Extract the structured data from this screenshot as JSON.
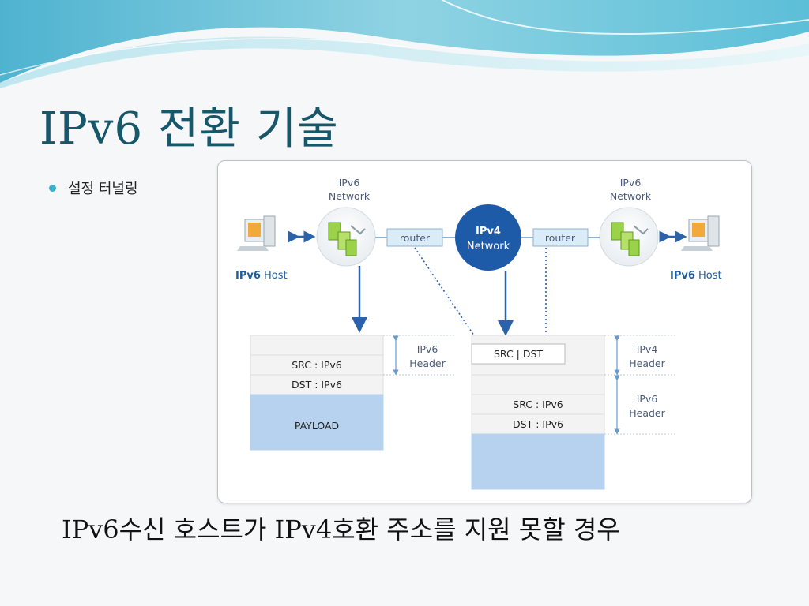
{
  "slide": {
    "title": "IPv6 전환 기술",
    "bullet": "설정 터널링",
    "caption": "IPv6수신 호스트가 IPv4호환 주소를 지원 못할 경우"
  },
  "diagram": {
    "left_network": {
      "line1": "IPv6",
      "line2": "Network"
    },
    "right_network": {
      "line1": "IPv6",
      "line2": "Network"
    },
    "left_host": {
      "bold": "IPv6",
      "rest": " Host"
    },
    "right_host": {
      "bold": "IPv6",
      "rest": " Host"
    },
    "left_router": "router",
    "right_router": "router",
    "ipv4_network": {
      "line1": "IPv4",
      "line2": "Network"
    },
    "left_packet": {
      "rows": [
        "",
        "SRC : IPv6",
        "DST : IPv6",
        "PAYLOAD"
      ],
      "header_label": {
        "line1": "IPv6",
        "line2": "Header"
      }
    },
    "right_packet": {
      "tunnel_field": "SRC | DST",
      "rows": [
        "",
        "SRC : IPv6",
        "DST : IPv6",
        ""
      ],
      "ipv4_label": {
        "line1": "IPv4",
        "line2": "Header"
      },
      "ipv6_label": {
        "line1": "IPv6",
        "line2": "Header"
      }
    },
    "colors": {
      "ipv4_circle": "#1d5aa8",
      "arrow": "#2a63aa",
      "router_fill": "#d9ecf7",
      "payload_fill": "#b7d2ee",
      "header_cell": "#f3f3f3"
    }
  }
}
